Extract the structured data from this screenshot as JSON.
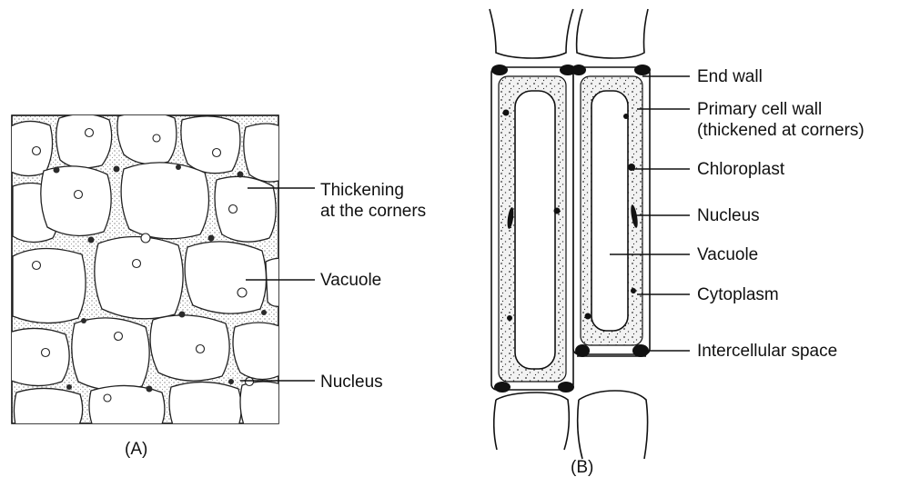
{
  "figure_a": {
    "caption": "(A)",
    "labels": {
      "thickening_line1": "Thickening",
      "thickening_line2": "at the corners",
      "vacuole": "Vacuole",
      "nucleus": "Nucleus"
    }
  },
  "figure_b": {
    "caption": "(B)",
    "labels": {
      "end_wall": "End wall",
      "primary_wall_line1": "Primary cell wall",
      "primary_wall_line2": "(thickened at corners)",
      "chloroplast": "Chloroplast",
      "nucleus": "Nucleus",
      "vacuole": "Vacuole",
      "cytoplasm": "Cytoplasm",
      "intercellular_space": "Intercellular space"
    }
  },
  "colors": {
    "ink": "#111111",
    "cytoplasm_fill": "#d9d9d9",
    "background": "#ffffff"
  }
}
